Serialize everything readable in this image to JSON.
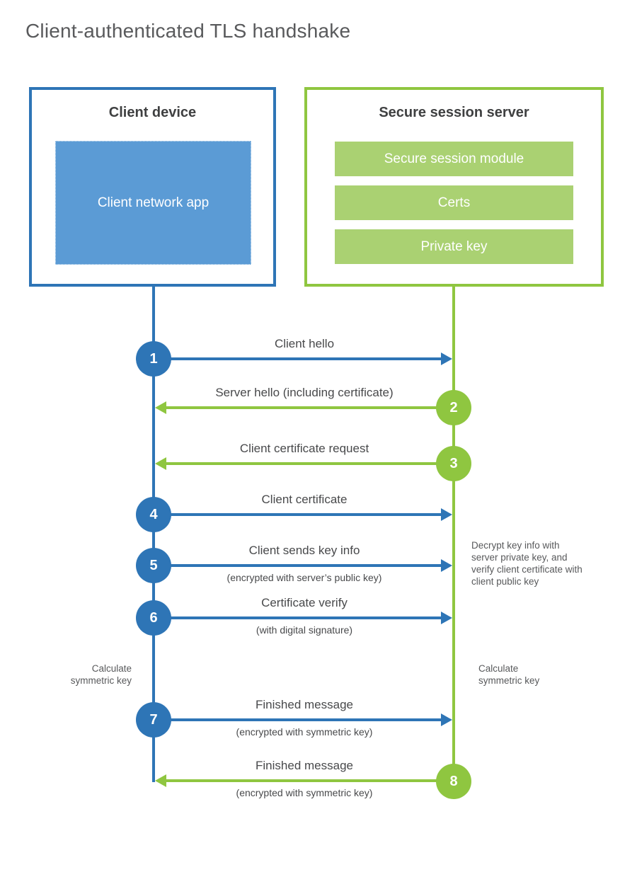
{
  "title": "Client-authenticated TLS handshake",
  "colors": {
    "blue": "#2e75b6",
    "blue_fill": "#5b9bd5",
    "green": "#8fc640",
    "green_fill": "#aad172"
  },
  "client": {
    "title": "Client device",
    "app_label": "Client network app"
  },
  "server": {
    "title": "Secure session server",
    "modules": [
      "Secure session module",
      "Certs",
      "Private key"
    ]
  },
  "steps": [
    {
      "num": "1",
      "label": "Client hello"
    },
    {
      "num": "2",
      "label": "Server hello (including certificate)"
    },
    {
      "num": "3",
      "label": "Client certificate request"
    },
    {
      "num": "4",
      "label": "Client certificate"
    },
    {
      "num": "5",
      "label": "Client sends key info",
      "sub": "(encrypted with server’s public key)"
    },
    {
      "num": "6",
      "label": "Certificate verify",
      "sub": "(with digital signature)"
    },
    {
      "num": "7",
      "label": "Finished message",
      "sub": "(encrypted with symmetric key)"
    },
    {
      "num": "8",
      "label": "Finished message",
      "sub": "(encrypted with symmetric key)"
    }
  ],
  "notes": {
    "server_decrypt": "Decrypt key info with server private key, and verify client certificate with client public key",
    "client_calc": "Calculate symmetric key",
    "server_calc": "Calculate symmetric key"
  }
}
